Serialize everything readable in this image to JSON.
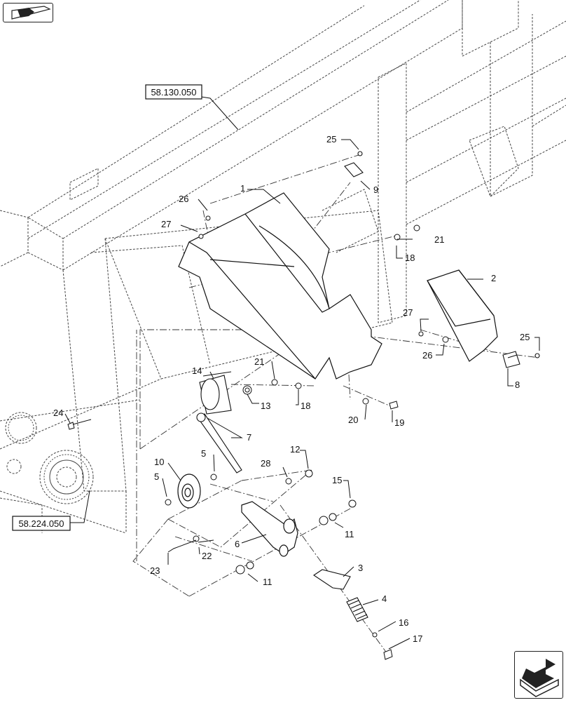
{
  "navigation": {
    "top_icon": "previous-page-icon",
    "bottom_icon": "next-page-icon"
  },
  "references": {
    "top": "58.130.050",
    "bottom": "58.224.050"
  },
  "callouts": {
    "c1": "1",
    "c2": "2",
    "c3": "3",
    "c4": "4",
    "c5a": "5",
    "c5b": "5",
    "c6": "6",
    "c7": "7",
    "c8": "8",
    "c9": "9",
    "c10": "10",
    "c11a": "11",
    "c11b": "11",
    "c12": "12",
    "c13": "13",
    "c14": "14",
    "c15": "15",
    "c16": "16",
    "c17": "17",
    "c18a": "18",
    "c18b": "18",
    "c19": "19",
    "c20": "20",
    "c21a": "21",
    "c21b": "21",
    "c22": "22",
    "c23": "23",
    "c24": "24",
    "c25a": "25",
    "c25b": "25",
    "c26a": "26",
    "c26b": "26",
    "c27a": "27",
    "c27b": "27",
    "c28": "28"
  }
}
